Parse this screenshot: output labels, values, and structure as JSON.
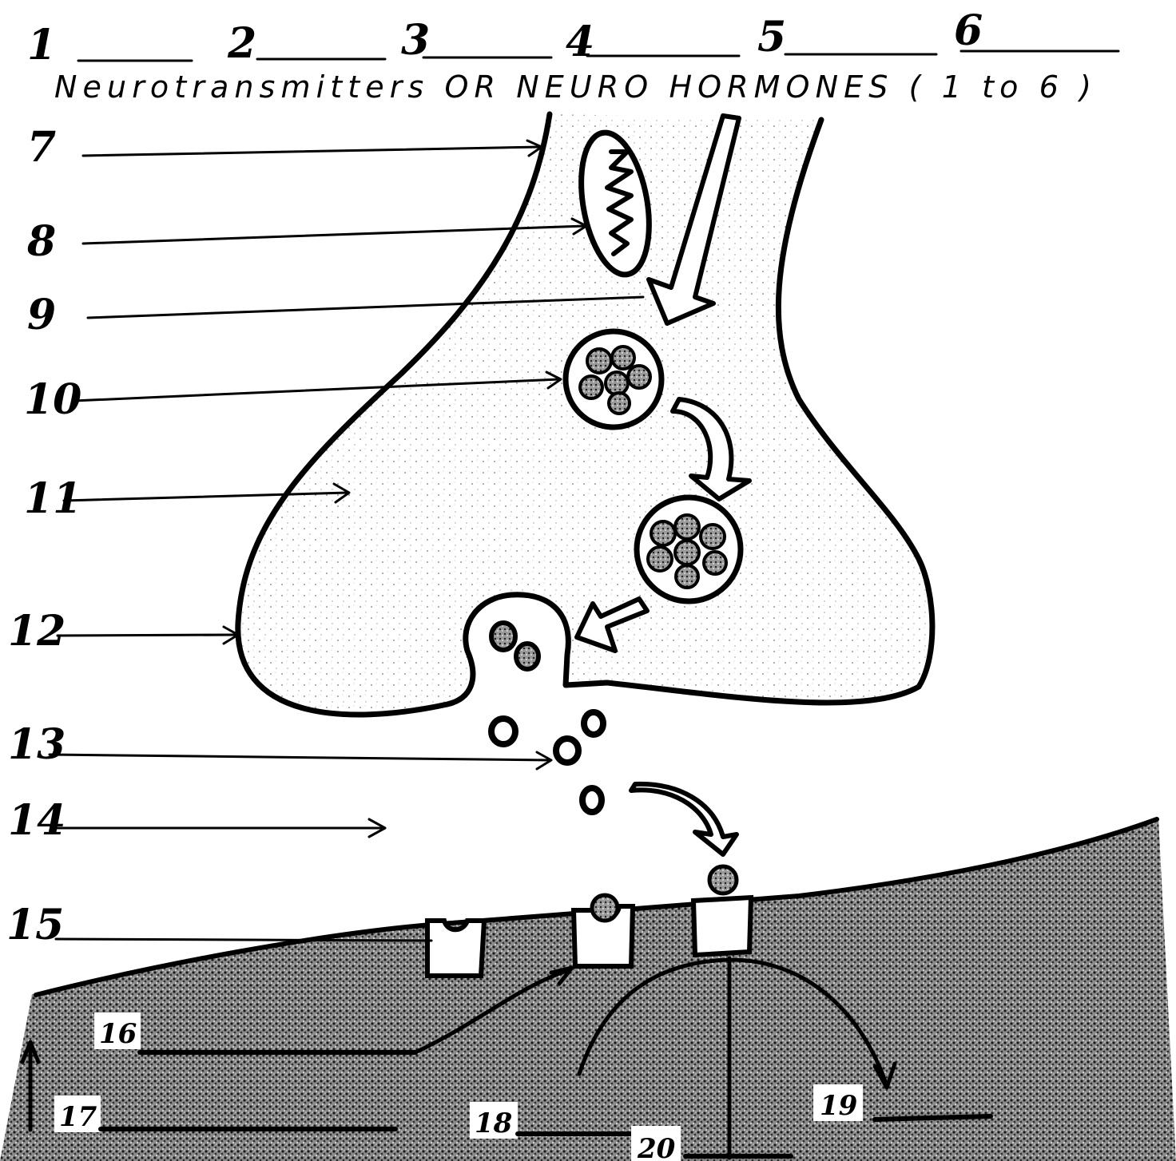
{
  "top_labels": [
    "1",
    "2",
    "3",
    "4",
    "5",
    "6"
  ],
  "caption": "Neurotransmitters OR NEURO HORMONES ( 1 to 6 )",
  "left_labels": [
    "7",
    "8",
    "9",
    "10",
    "11",
    "12",
    "13",
    "14",
    "15"
  ],
  "bottom_labels": [
    "16",
    "17",
    "18",
    "19",
    "20"
  ],
  "colors": {
    "ink": "#000000",
    "paper": "#ffffff",
    "stipple": "#6b6b6b",
    "postsynaptic": "#3a3a3a"
  }
}
